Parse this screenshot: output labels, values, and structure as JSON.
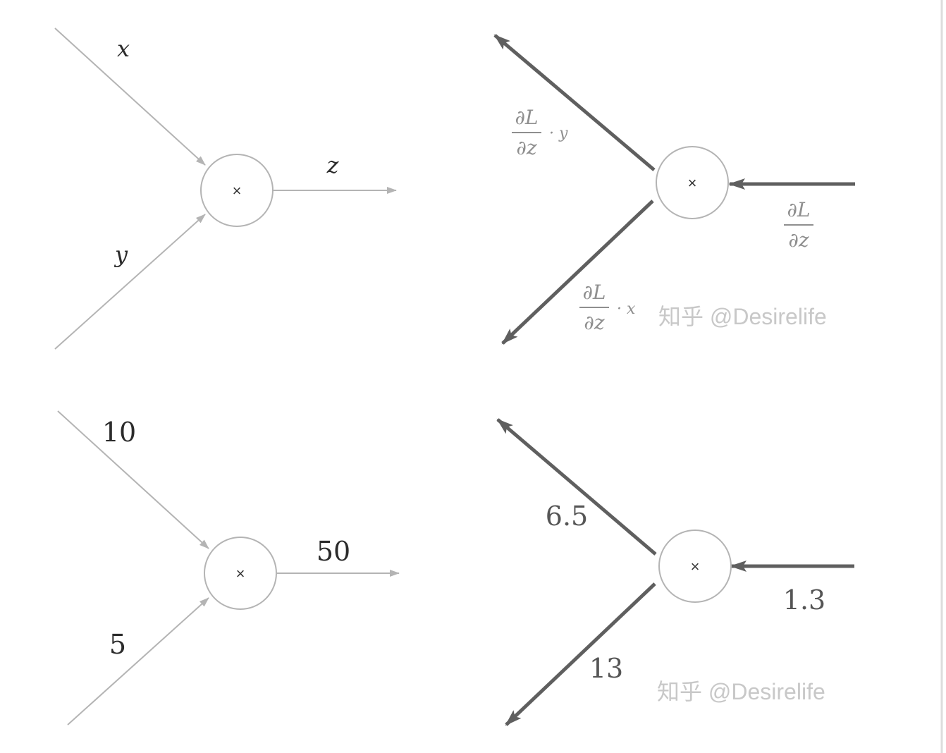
{
  "forward_symbolic": {
    "operator": "×",
    "input_top_label": "x",
    "input_bottom_label": "y",
    "output_label": "z"
  },
  "backward_symbolic": {
    "operator": "×",
    "upstream_grad": {
      "numerator": "∂L",
      "denominator": "∂z"
    },
    "grad_top": {
      "numerator": "∂L",
      "denominator": "∂z",
      "suffix": "· y"
    },
    "grad_bottom": {
      "numerator": "∂L",
      "denominator": "∂z",
      "suffix": "· x"
    },
    "watermark": "知乎 @Desirelife"
  },
  "forward_numeric": {
    "operator": "×",
    "input_top_value": "10",
    "input_bottom_value": "5",
    "output_value": "50"
  },
  "backward_numeric": {
    "operator": "×",
    "upstream_value": "1.3",
    "grad_top_value": "6.5",
    "grad_bottom_value": "13",
    "watermark": "知乎 @Desirelife"
  },
  "colors": {
    "forward_line": "#b4b4b4",
    "backward_line": "#5f5f5f",
    "node_stroke": "#b4b4b4",
    "label_light": "#8f8f8f",
    "label_dark": "#2b2b2b",
    "watermark": "#c8c8c8",
    "right_border": "#dddddd"
  }
}
